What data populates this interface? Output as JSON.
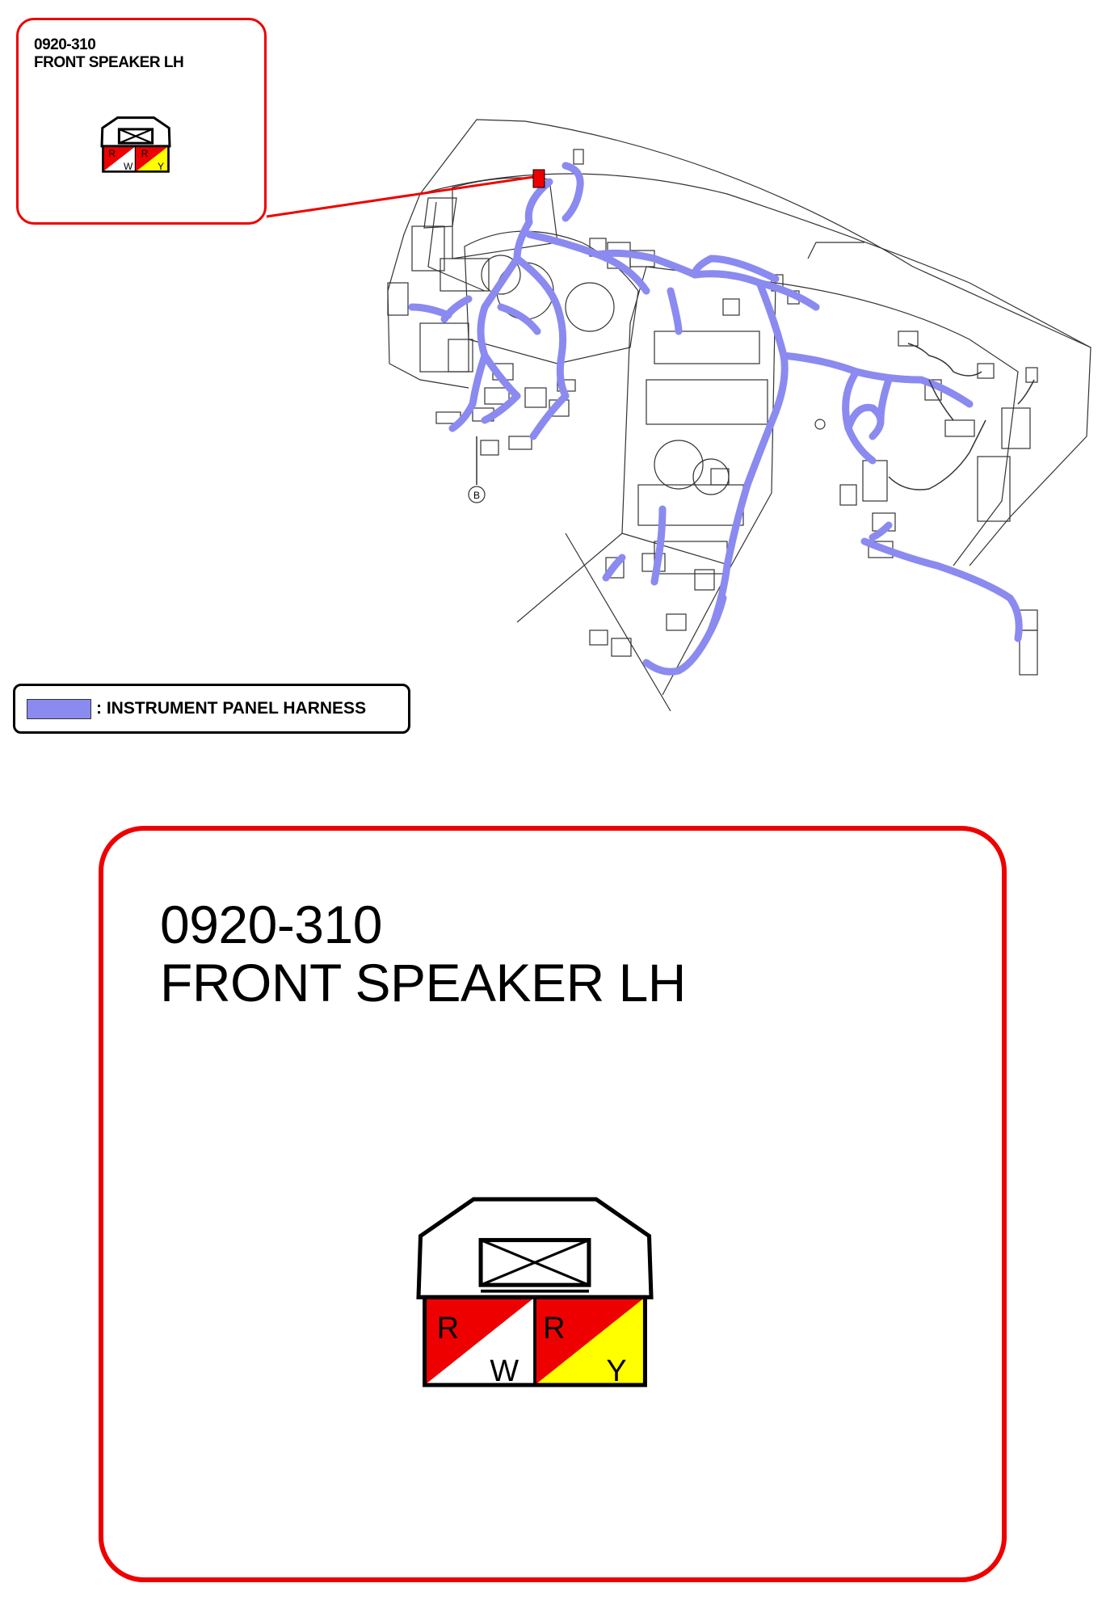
{
  "connector": {
    "code": "0920-310",
    "name": "FRONT SPEAKER LH",
    "pins": [
      {
        "top": "R",
        "bottom": "W",
        "top_color": "#ee0000",
        "bottom_color": "#ffffff"
      },
      {
        "top": "R",
        "bottom": "Y",
        "top_color": "#ee0000",
        "bottom_color": "#ffff00"
      }
    ]
  },
  "legend": {
    "label": ": INSTRUMENT PANEL HARNESS",
    "color": "#8a8af0"
  },
  "ground_marker": "B",
  "colors": {
    "callout_border": "#ee0000",
    "harness": "#8a8af0",
    "line": "#333333"
  }
}
